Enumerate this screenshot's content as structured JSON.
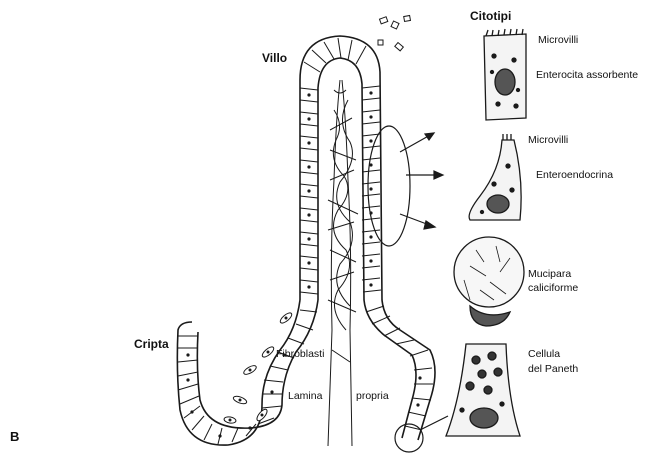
{
  "figure": {
    "panel_letter": "B",
    "labels": {
      "villo": "Villo",
      "cripta": "Cripta",
      "fibroblasti": "Fibroblasti",
      "lamina": "Lamina",
      "propria": "propria",
      "citotipi": "Citotipi"
    },
    "cell_types": [
      {
        "label_a": "Microvilli",
        "label_b": "Enterocita assorbente"
      },
      {
        "label_a": "Microvilli",
        "label_b": "Enteroendocrina"
      },
      {
        "label_a": "Mucipara",
        "label_b": "caliciforme"
      },
      {
        "label_a": "Cellula",
        "label_b": "del Paneth"
      }
    ]
  }
}
